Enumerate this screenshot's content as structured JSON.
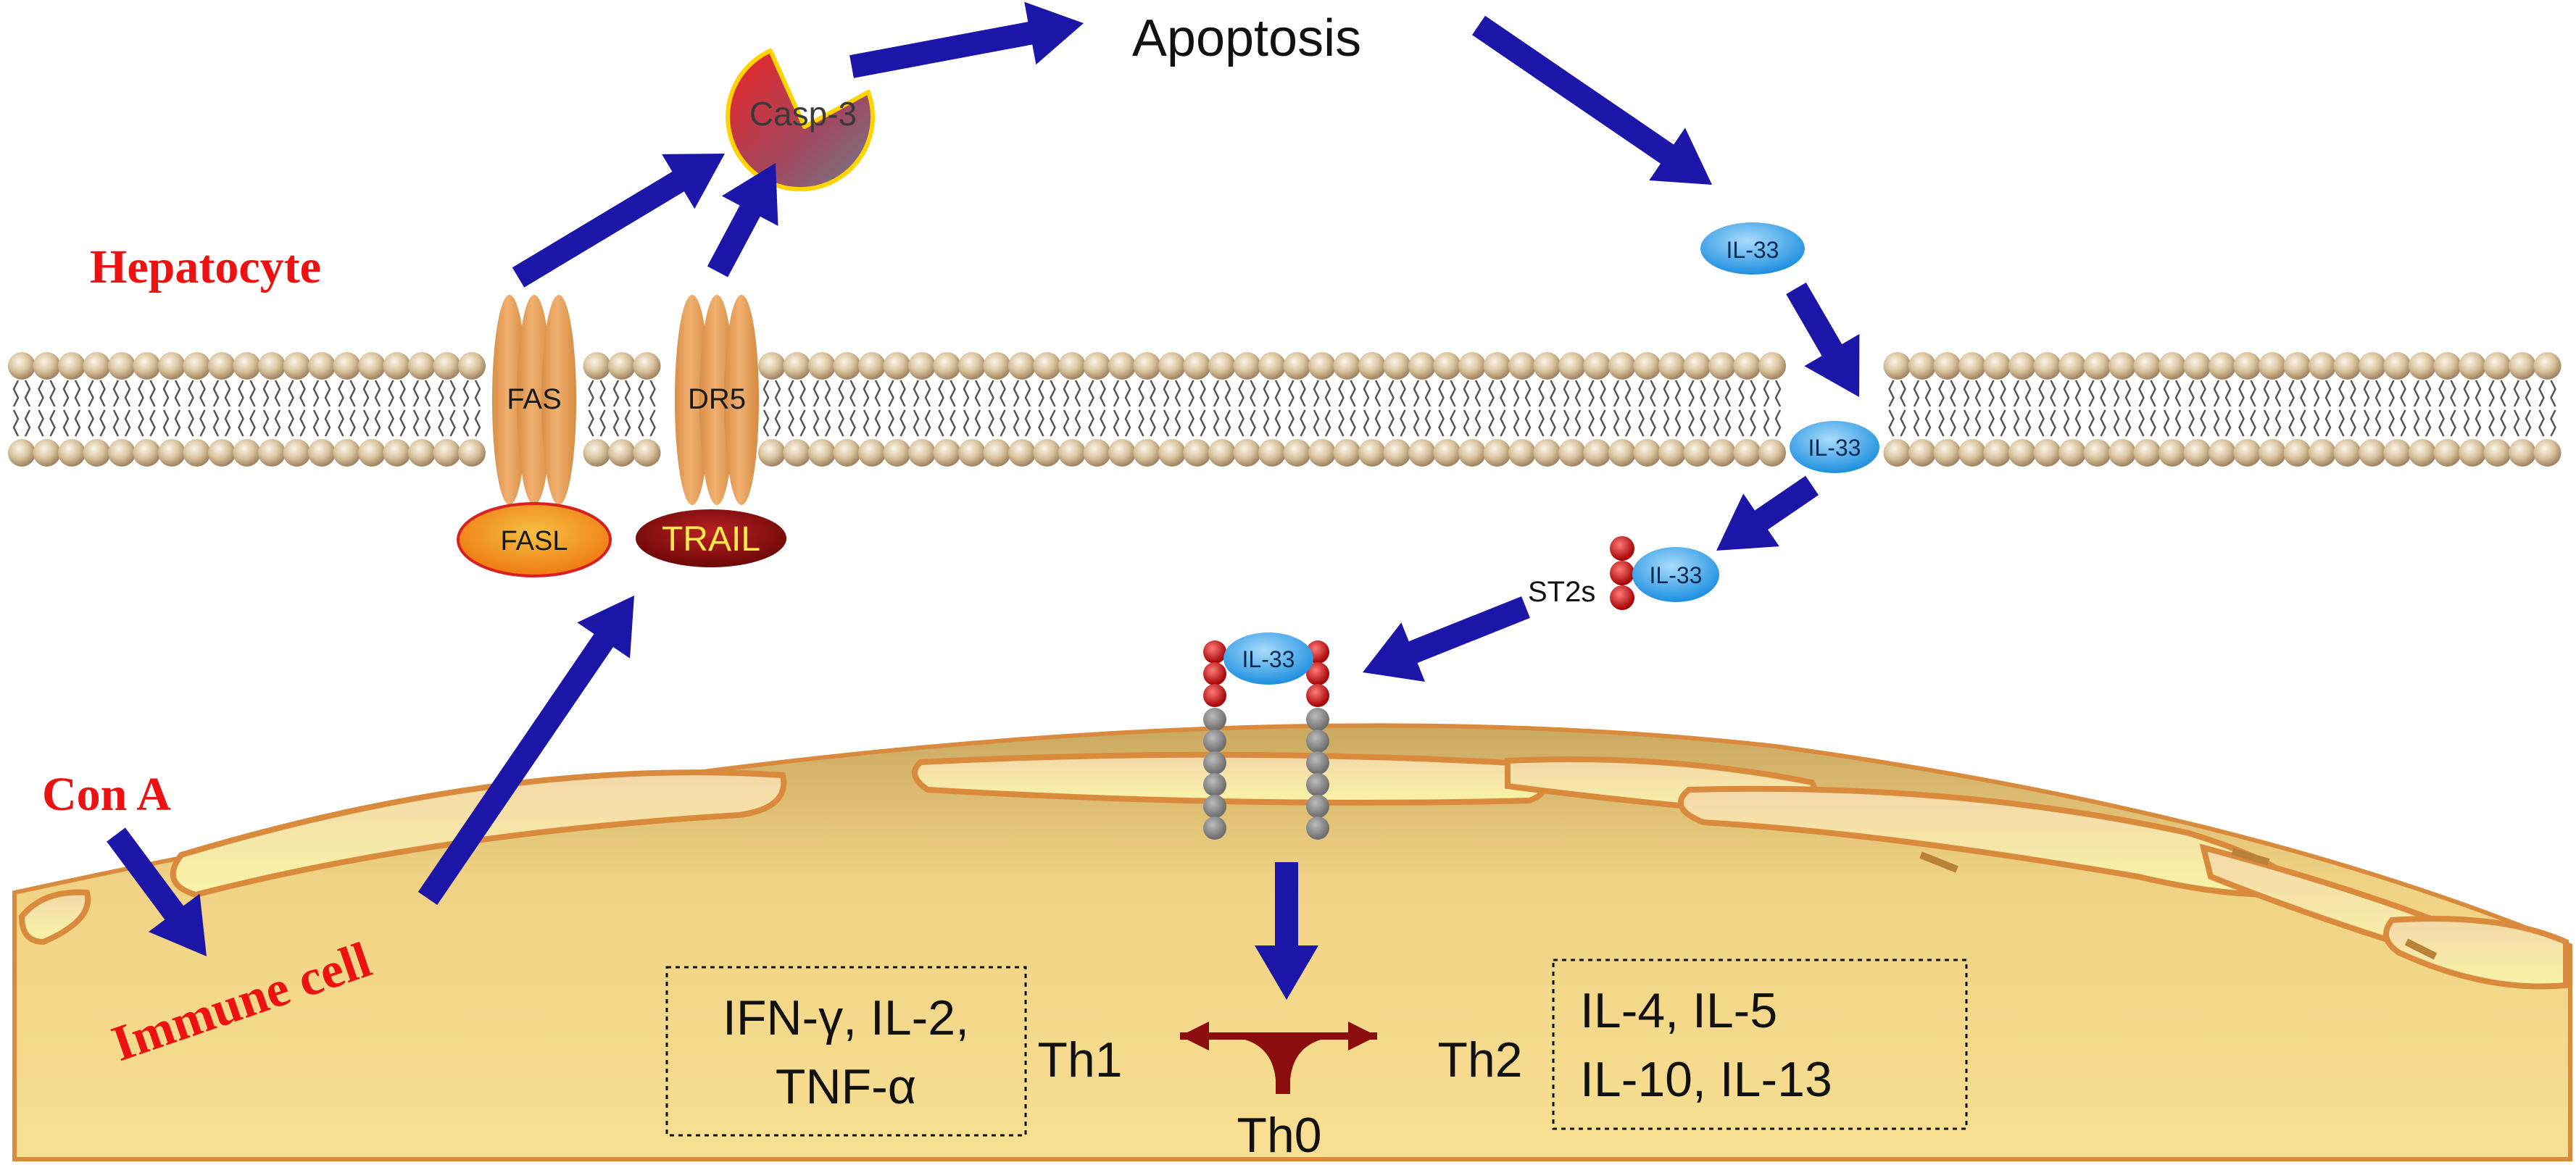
{
  "labels": {
    "apoptosis": "Apoptosis",
    "hepatocyte": "Hepatocyte",
    "con_a": "Con A",
    "immune_cell": "Immune cell",
    "casp3": "Casp-3",
    "fas": "FAS",
    "dr5": "DR5",
    "fasl": "FASL",
    "trail": "TRAIL",
    "il33": "IL-33",
    "st2s": "ST2s",
    "th0": "Th0",
    "th1": "Th1",
    "th2": "Th2",
    "th1_cytokines_line1": "IFN-γ, IL-2,",
    "th1_cytokines_line2": "TNF-α",
    "th2_cytokines_line1": "IL-4, IL-5",
    "th2_cytokines_line2": "IL-10, IL-13"
  },
  "colors": {
    "arrow": "#1c16a8",
    "red_label": "#ee1111",
    "receptor": "#e3a158",
    "fasl": "#f07a10",
    "trail": "#8b0d0d",
    "trail_text": "#ffe94d",
    "il33": "#34a6ea",
    "st2_bead": "#cc1111",
    "grey_bead": "#8a8a8a",
    "cell_body": "#f2d68a",
    "cell_outline": "#d98a3c",
    "lipid_head": "#d8c4a0"
  }
}
